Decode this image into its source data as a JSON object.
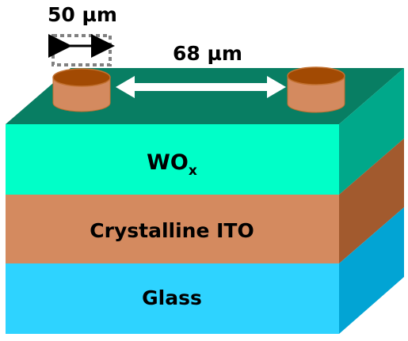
{
  "dimensions": {
    "electrode_width_label": "50 µm",
    "electrode_gap_label": "68 µm"
  },
  "layers": {
    "top": {
      "label_main": "WO",
      "label_sub": "x"
    },
    "middle": {
      "label": "Crystalline ITO"
    },
    "bottom": {
      "label": "Glass"
    }
  },
  "colors": {
    "top_surface": "#087E63",
    "wox_front": "#00FFC8",
    "wox_side": "#00A88A",
    "ito_front": "#D48A5F",
    "ito_side": "#A25A2E",
    "glass_front": "#2ED3FF",
    "glass_side": "#02A4D4",
    "electrode_side": "#D48A5F",
    "electrode_top": "#A24A03",
    "electrode_outline": "#C2702F",
    "dashed_box": "#808080",
    "arrow_black": "#000000",
    "arrow_white": "#FFFFFF"
  }
}
